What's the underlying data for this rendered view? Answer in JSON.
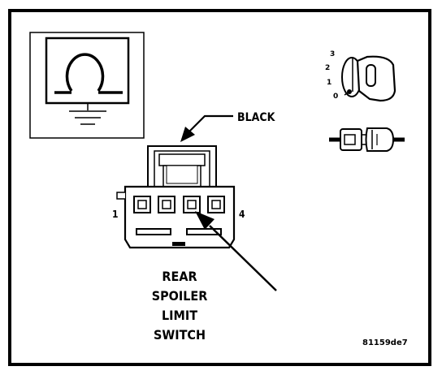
{
  "diagram": {
    "wire_color_label": "BLACK",
    "pin_left_label": "1",
    "pin_right_label": "4",
    "title_lines": [
      "REAR",
      "SPOILER",
      "LIMIT",
      "SWITCH"
    ],
    "figure_code": "81159de7",
    "ignition_positions": [
      "3",
      "2",
      "1",
      "0"
    ]
  },
  "icons": {
    "meter_symbol": "ohmmeter-icon",
    "ignition_key": "ignition-key-off-icon",
    "connector_disconnected": "disconnect-connector-icon"
  },
  "colors": {
    "line": "#000000",
    "background": "#ffffff"
  }
}
